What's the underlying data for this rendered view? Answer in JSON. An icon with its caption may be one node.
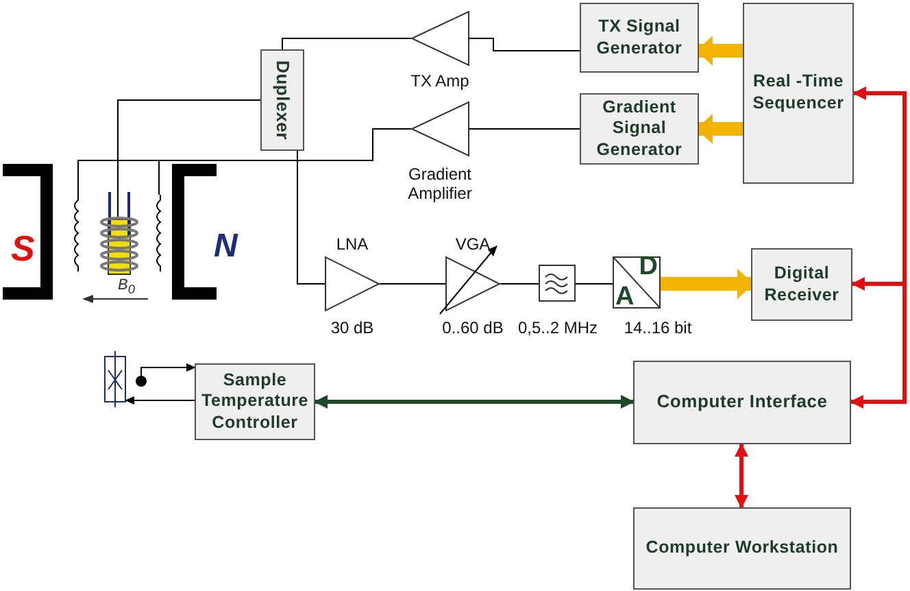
{
  "diagram": {
    "nodes": [
      {
        "text": [
          "Duplexer"
        ]
      },
      {
        "text": [],
        "shape": "triangle",
        "beside": [
          "TX Amp"
        ]
      },
      {
        "text": [],
        "shape": "triangle",
        "beside": [
          "Gradient Amplifier"
        ]
      },
      {
        "text": [
          "TX Signal Generator"
        ]
      },
      {
        "text": [
          "Gradient Signal Generator"
        ]
      },
      {
        "text": [
          "Real -Time Sequencer"
        ]
      },
      {
        "text": [],
        "shape": "triangle",
        "beside": [
          "LNA",
          "30 dB"
        ]
      },
      {
        "text": [],
        "shape": "triangle",
        "beside": [
          "VGA",
          "0..60 dB"
        ]
      },
      {
        "text": [],
        "shape": "box",
        "beside": [
          "0,5..2 MHz"
        ]
      },
      {
        "text": [
          "D",
          "A"
        ],
        "beside": [
          "14..16 bit"
        ]
      },
      {
        "text": [
          "Digital Receiver"
        ]
      },
      {
        "text": [
          "Computer Interface"
        ]
      },
      {
        "text": [
          "Computer Workstation"
        ]
      },
      {
        "text": [
          "Sample Temperature Controller"
        ]
      },
      {
        "text": [],
        "shape": "box"
      },
      {
        "text": [],
        "shape": "circle"
      },
      {
        "text": [],
        "shape": "coil"
      }
    ],
    "edges": [
      {
        "from": 1,
        "to": 0,
        "arrow": "none"
      },
      {
        "from": 3,
        "to": 1,
        "arrow": "none"
      },
      {
        "from": 4,
        "to": 2,
        "arrow": "none"
      },
      {
        "from": 2,
        "to": 16,
        "arrow": "none"
      },
      {
        "from": 0,
        "to": 16,
        "arrow": "none"
      },
      {
        "from": 0,
        "to": 6,
        "arrow": "none"
      },
      {
        "from": 6,
        "to": 7,
        "arrow": "none"
      },
      {
        "from": 7,
        "to": 8,
        "arrow": "none"
      },
      {
        "from": 8,
        "to": 9,
        "arrow": "none"
      },
      {
        "from": 9,
        "to": 10,
        "arrow": "to",
        "style": "thick",
        "color": "#f0b400"
      },
      {
        "from": 5,
        "to": 3,
        "arrow": "to",
        "style": "thick",
        "color": "#f0b400"
      },
      {
        "from": 5,
        "to": 4,
        "arrow": "to",
        "style": "thick",
        "color": "#f0b400"
      },
      {
        "from": 11,
        "to": 5,
        "arrow": "to",
        "style": "thick",
        "color": "#e01010"
      },
      {
        "from": 11,
        "to": 10,
        "arrow": "both",
        "style": "thick",
        "color": "#e01010"
      },
      {
        "from": 11,
        "to": 12,
        "arrow": "both",
        "style": "thick",
        "color": "#e01010"
      },
      {
        "from": 13,
        "to": 11,
        "arrow": "both",
        "style": "thick",
        "color": "#1e4a2c"
      },
      {
        "from": 13,
        "to": 14,
        "arrow": "to"
      },
      {
        "from": 15,
        "to": 13,
        "arrow": "to"
      }
    ],
    "labels": [
      "S",
      "N",
      "B$_{0}$"
    ]
  }
}
